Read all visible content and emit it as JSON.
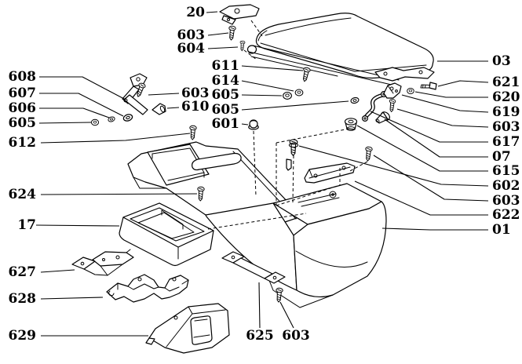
{
  "figure": {
    "kind": "exploded parts diagram",
    "subject": "center console and armrest-lid assembly",
    "background_color": "#ffffff",
    "ink_color": "#000000"
  },
  "labels": [
    {
      "id": "608",
      "text": "608"
    },
    {
      "id": "607",
      "text": "607"
    },
    {
      "id": "606",
      "text": "606"
    },
    {
      "id": "605-left",
      "text": "605"
    },
    {
      "id": "612",
      "text": "612"
    },
    {
      "id": "624",
      "text": "624"
    },
    {
      "id": "17",
      "text": "17"
    },
    {
      "id": "627",
      "text": "627"
    },
    {
      "id": "628",
      "text": "628"
    },
    {
      "id": "629",
      "text": "629"
    },
    {
      "id": "20",
      "text": "20"
    },
    {
      "id": "603-top",
      "text": "603"
    },
    {
      "id": "604",
      "text": "604"
    },
    {
      "id": "611",
      "text": "611"
    },
    {
      "id": "614",
      "text": "614"
    },
    {
      "id": "605-a",
      "text": "605"
    },
    {
      "id": "605-b",
      "text": "605"
    },
    {
      "id": "601",
      "text": "601"
    },
    {
      "id": "603-left",
      "text": "603"
    },
    {
      "id": "610",
      "text": "610"
    },
    {
      "id": "03",
      "text": "03"
    },
    {
      "id": "621",
      "text": "621"
    },
    {
      "id": "620",
      "text": "620"
    },
    {
      "id": "619",
      "text": "619"
    },
    {
      "id": "603-hinge",
      "text": "603"
    },
    {
      "id": "617",
      "text": "617"
    },
    {
      "id": "07",
      "text": "07"
    },
    {
      "id": "615",
      "text": "615"
    },
    {
      "id": "602",
      "text": "602"
    },
    {
      "id": "603-plate",
      "text": "603"
    },
    {
      "id": "622",
      "text": "622"
    },
    {
      "id": "01",
      "text": "01"
    },
    {
      "id": "625",
      "text": "625"
    },
    {
      "id": "603-bottom",
      "text": "603"
    }
  ]
}
